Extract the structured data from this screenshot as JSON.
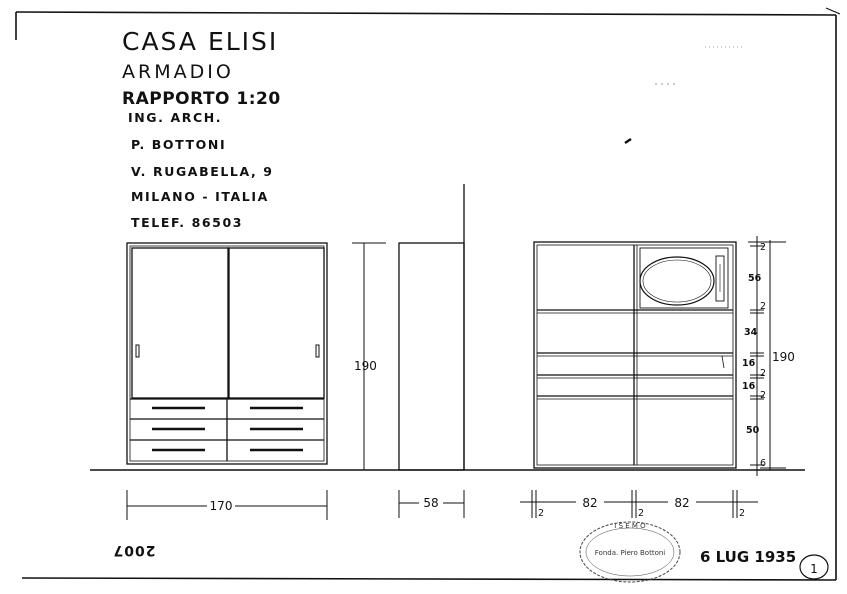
{
  "title_block": {
    "project": "CASA ELISI",
    "object": "ARMADIO",
    "scale": "RAPPORTO 1:20",
    "role": "ING. ARCH.",
    "name": "P. BOTTONI",
    "address": "V. RUGABELLA, 9",
    "city": "MILANO - ITALIA",
    "phone": "TELEF. 86503"
  },
  "dimensions": {
    "front_width": "170",
    "depth": "58",
    "height_left": "190",
    "height_right": "190",
    "interior_left_width": "82",
    "interior_right_width": "82",
    "panel_a": "2",
    "panel_b": "2",
    "panel_c": "2",
    "vertical_segments": [
      "2",
      "56",
      "2",
      "34",
      "16",
      "2",
      "16",
      "2",
      "50",
      "6"
    ]
  },
  "stamp": {
    "top_text": "I S E M O",
    "center_text": "Fonda. Piero Bottoni"
  },
  "date": "6 LUG 1935",
  "archive_number": "2007",
  "sheet_number": "1"
}
